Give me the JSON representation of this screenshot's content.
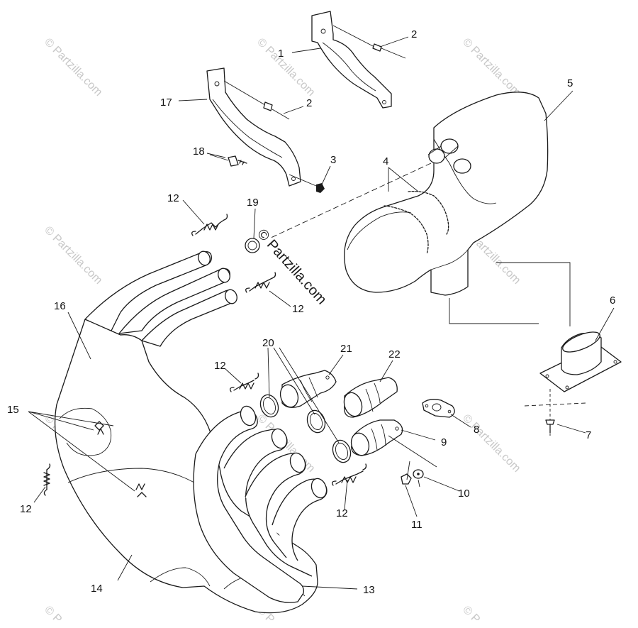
{
  "watermark": {
    "center_text": "© Partzilla.com",
    "repeat_text": "© Partzilla.com",
    "edge_text": "© P"
  },
  "callouts": {
    "c1": "1",
    "c2a": "2",
    "c2b": "2",
    "c3": "3",
    "c4": "4",
    "c5": "5",
    "c6": "6",
    "c7": "7",
    "c8": "8",
    "c9": "9",
    "c10": "10",
    "c11": "11",
    "c12a": "12",
    "c12b": "12",
    "c12c": "12",
    "c12d": "12",
    "c12e": "12",
    "c13": "13",
    "c14": "14",
    "c15": "15",
    "c16": "16",
    "c17": "17",
    "c18": "18",
    "c19": "19",
    "c20": "20",
    "c21": "21",
    "c22": "22"
  }
}
